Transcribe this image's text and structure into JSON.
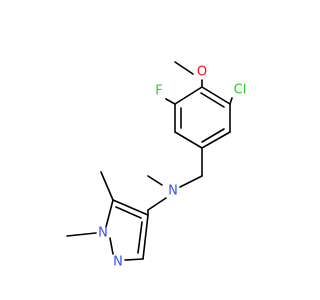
{
  "molecule": {
    "atoms": {
      "oxygen": "O",
      "fluorine": "F",
      "chlorine": "Cl",
      "amine_nitrogen": "N",
      "pyrazole_n1": "N",
      "pyrazole_n2": "N"
    },
    "colors": {
      "oxygen": "#ff0d0d",
      "fluorine": "#33cc33",
      "chlorine": "#1fd01f",
      "nitrogen": "#3050f8",
      "bond": "#000000"
    }
  }
}
